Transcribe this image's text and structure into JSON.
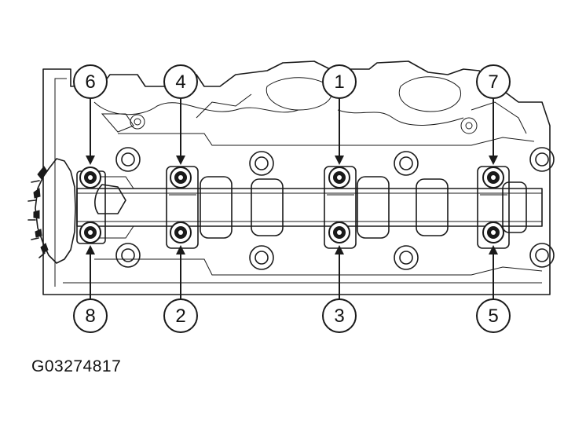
{
  "figure_id": "G03274817",
  "callouts": [
    {
      "label": "6",
      "bolt": "upper"
    },
    {
      "label": "4",
      "bolt": "upper"
    },
    {
      "label": "1",
      "bolt": "upper"
    },
    {
      "label": "7",
      "bolt": "upper"
    },
    {
      "label": "8",
      "bolt": "lower"
    },
    {
      "label": "2",
      "bolt": "lower"
    },
    {
      "label": "3",
      "bolt": "lower"
    },
    {
      "label": "5",
      "bolt": "lower"
    }
  ],
  "colors": {
    "line": "#1a1a1a",
    "background": "#ffffff"
  }
}
